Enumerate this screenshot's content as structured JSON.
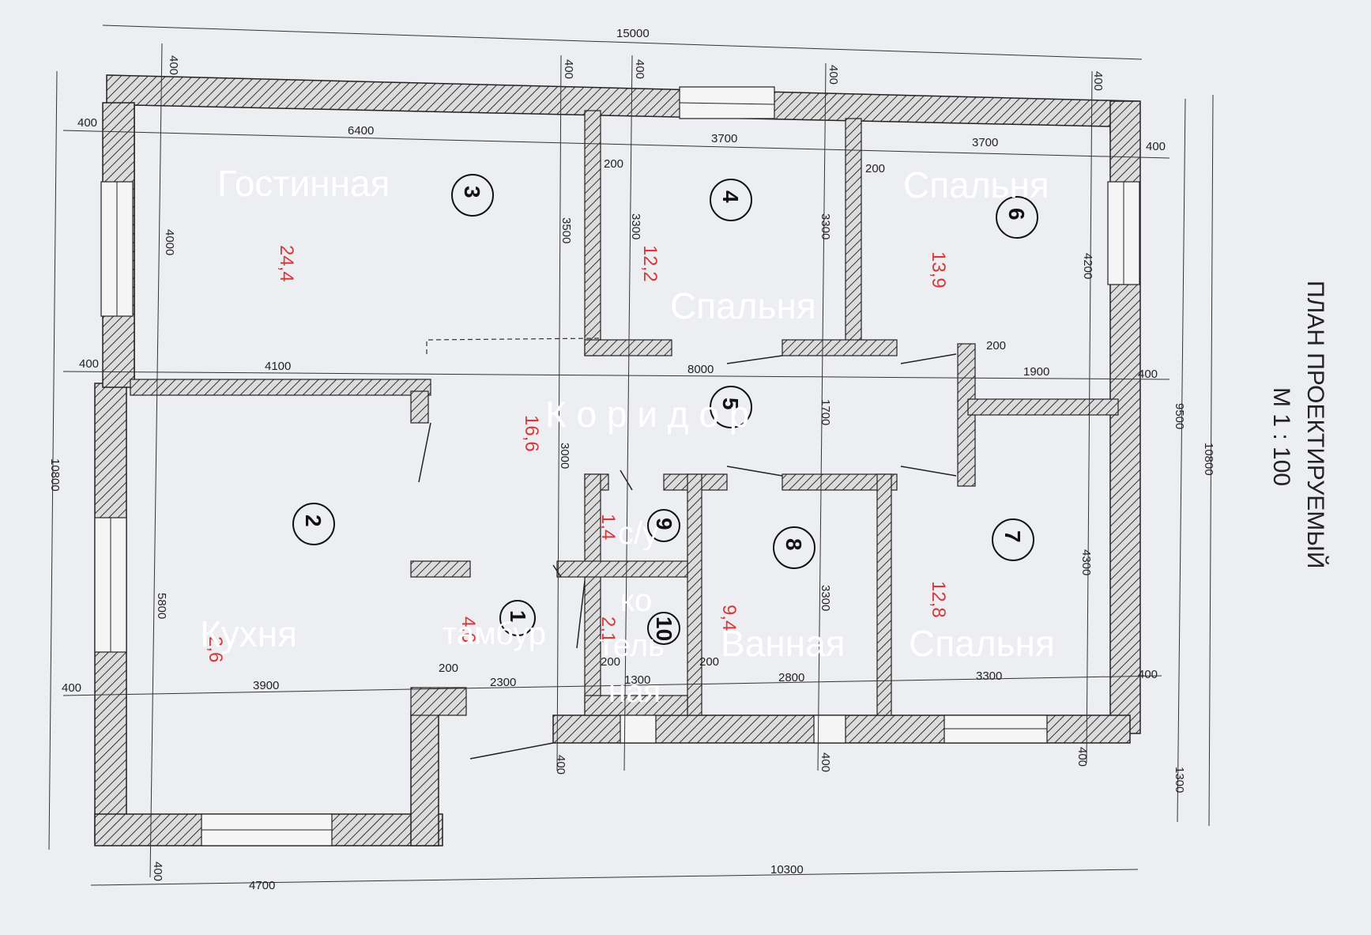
{
  "title": {
    "line1": "ПЛАН ПРОЕКТИРУЕМЫЙ",
    "line2": "М 1 : 100"
  },
  "rooms": [
    {
      "number": "3",
      "area": "24,4",
      "name": "Гостинная"
    },
    {
      "number": "4",
      "area": "12,2",
      "name": "Спальня"
    },
    {
      "number": "6",
      "area": "13,9",
      "name": "Спальня"
    },
    {
      "number": "5",
      "area": "16,6",
      "name": "К о р и д о р"
    },
    {
      "number": "2",
      "area": "2,6",
      "name": "Кухня"
    },
    {
      "number": "1",
      "area": "4,6",
      "name": "тамбур"
    },
    {
      "number": "9",
      "area": "1,4",
      "name": "с/у"
    },
    {
      "number": "10",
      "area": "2,1",
      "name_lines": [
        "ко",
        "тель",
        "ная"
      ]
    },
    {
      "number": "8",
      "area": "9,4",
      "name": "Ванная"
    },
    {
      "number": "7",
      "area": "12,8",
      "name": "Спальня"
    }
  ],
  "dimensions": {
    "overall_width": "15000",
    "top": [
      "400",
      "400",
      "400",
      "400",
      "400"
    ],
    "row1": [
      "400",
      "6400",
      "3700",
      "3700",
      "400"
    ],
    "walls_200": "200",
    "heights_left": [
      "4000",
      "3500",
      "3300",
      "3300",
      "4200"
    ],
    "mid": [
      "400",
      "4100",
      "8000",
      "1900",
      "400"
    ],
    "row2_heights": [
      "5800",
      "3000",
      "1700",
      "3300",
      "4300",
      "9500",
      "10800"
    ],
    "row3": [
      "400",
      "3900",
      "2300",
      "1300",
      "2800",
      "3300",
      "400"
    ],
    "bottom": [
      "400",
      "4700",
      "10300",
      "400",
      "400",
      "400"
    ],
    "side_left": "10800",
    "side_right": [
      "9500",
      "10800",
      "1300"
    ]
  }
}
